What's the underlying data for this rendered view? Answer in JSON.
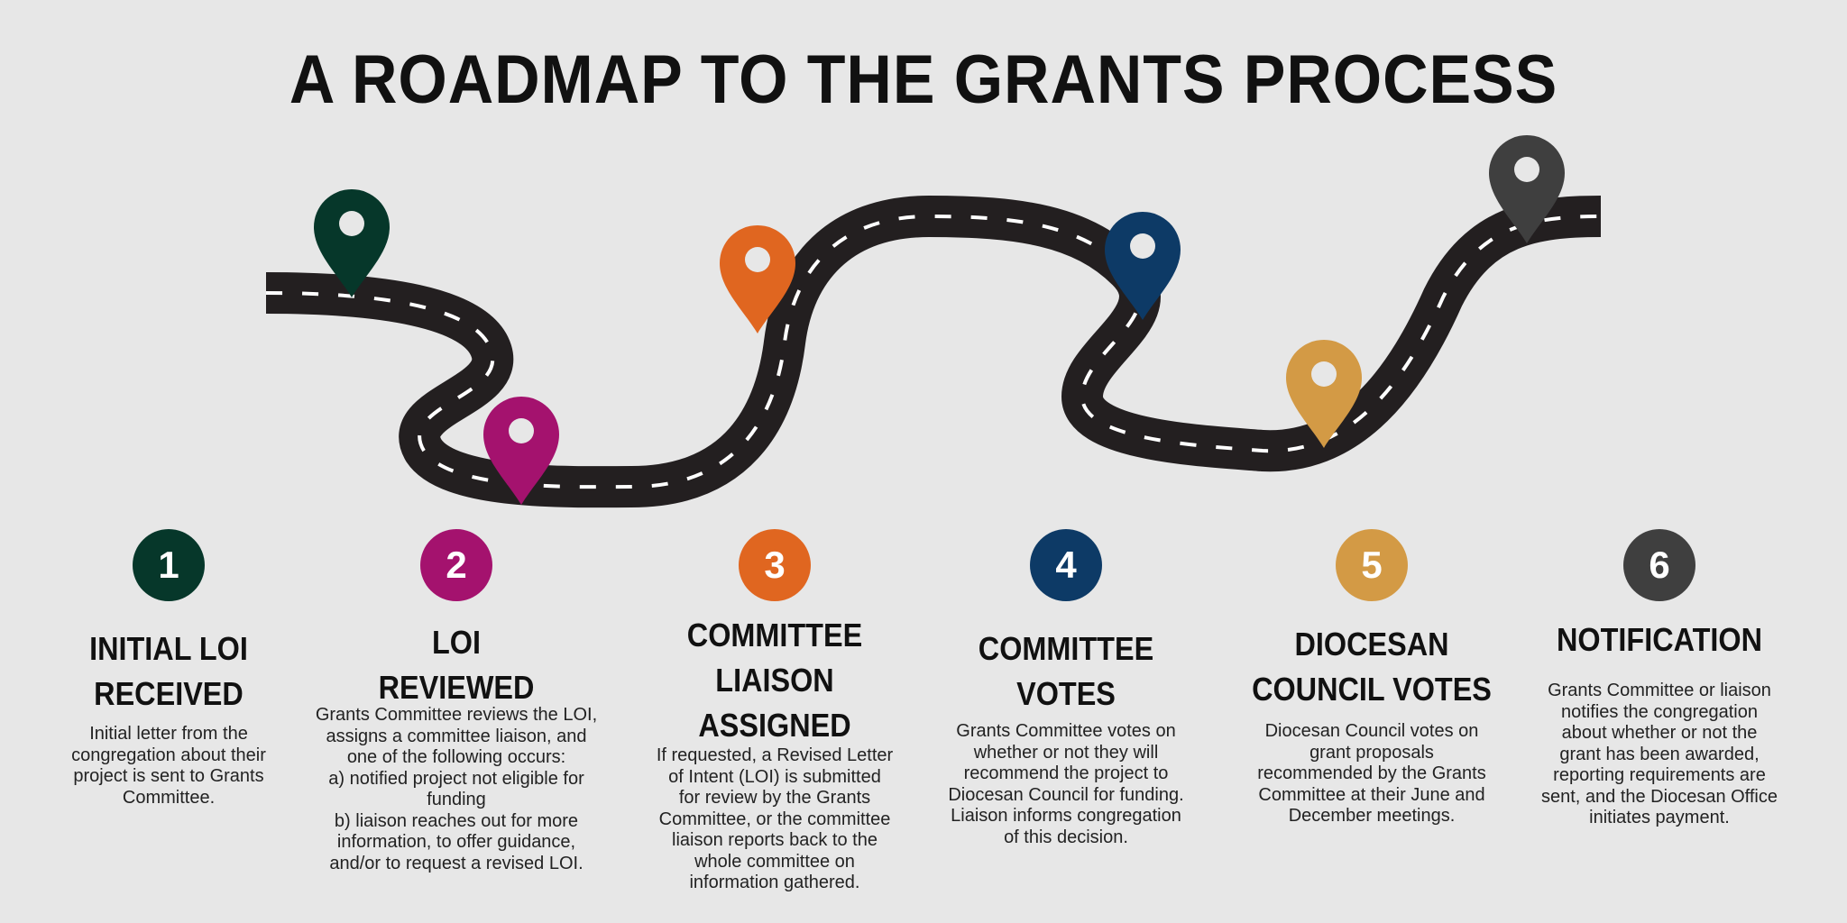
{
  "title": "A ROADMAP TO THE GRANTS PROCESS",
  "colors": {
    "road": "#231f20",
    "background": "#e7e7e7"
  },
  "steps": [
    {
      "number": "1",
      "color": "#06372a",
      "title_lines": [
        "INITIAL LOI",
        "RECEIVED"
      ],
      "desc": [
        "Initial letter from the",
        "congregation about their",
        "project is sent to Grants",
        "Committee."
      ]
    },
    {
      "number": "2",
      "color": "#a4126e",
      "title_lines": [
        "LOI",
        "REVIEWED"
      ],
      "desc": [
        "Grants Committee reviews the LOI,",
        "assigns a committee liaison, and",
        "one of the following occurs:",
        "a) notified project not eligible for",
        "funding",
        "b) liaison reaches out for more",
        "information, to offer guidance,",
        "and/or to request a revised LOI."
      ]
    },
    {
      "number": "3",
      "color": "#e06620",
      "title_lines": [
        "COMMITTEE",
        "LIAISON",
        "ASSIGNED"
      ],
      "desc": [
        "If requested, a Revised Letter",
        "of Intent (LOI) is submitted",
        "for review by the Grants",
        "Committee, or the committee",
        "liaison reports back to the",
        "whole committee on",
        "information gathered."
      ]
    },
    {
      "number": "4",
      "color": "#0d3a66",
      "title_lines": [
        "COMMITTEE",
        "VOTES"
      ],
      "desc": [
        "Grants Committee votes on",
        "whether or not they will",
        "recommend the project to",
        "Diocesan Council for funding.",
        "Liaison informs congregation",
        "of this decision."
      ]
    },
    {
      "number": "5",
      "color": "#d39a45",
      "title_lines": [
        "DIOCESAN",
        "COUNCIL VOTES"
      ],
      "desc": [
        "Diocesan Council votes on",
        "grant proposals",
        "recommended by the Grants",
        "Committee at their June and",
        "December meetings."
      ]
    },
    {
      "number": "6",
      "color": "#3f3f3f",
      "title_lines": [
        "NOTIFICATION"
      ],
      "desc": [
        "Grants Committee or liaison",
        "notifies the congregation",
        "about whether or not the",
        "grant has been awarded,",
        "reporting requirements are",
        "sent, and the Diocesan Office",
        "initiates payment."
      ]
    }
  ]
}
